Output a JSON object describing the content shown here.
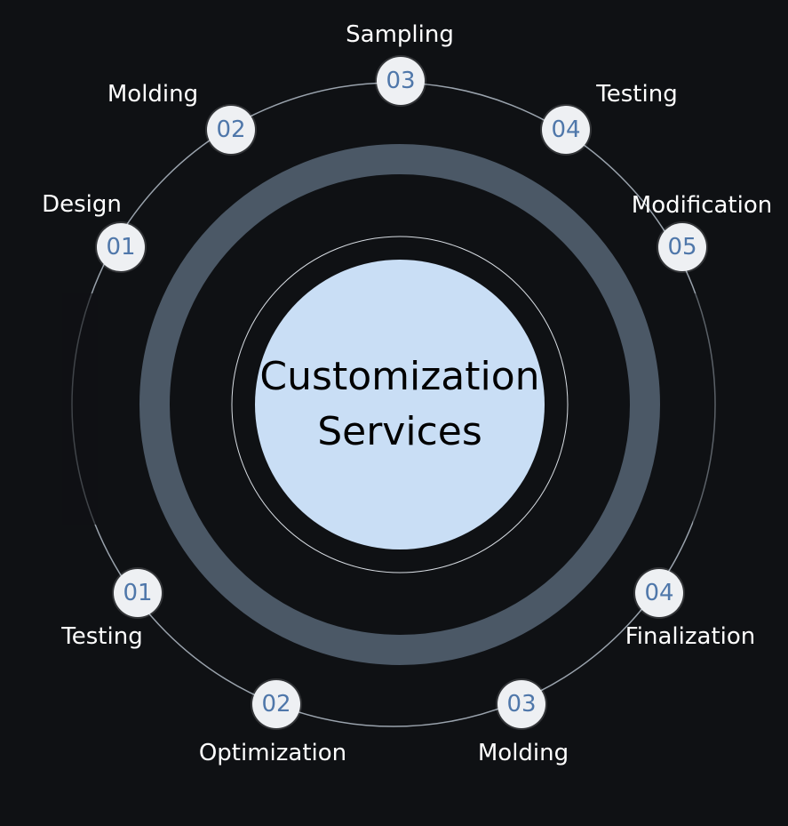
{
  "center": {
    "line1": "Customization",
    "line2": "Services"
  },
  "colors": {
    "background": "#0f1114",
    "outer_ring_stroke": "#9aa3ad",
    "thick_ring": "#4b5866",
    "inner_disk": "#c9def5",
    "badge_fill": "#eef0f3",
    "badge_text": "#4f77aa",
    "label_text": "#ffffff"
  },
  "upper_steps": [
    {
      "number": "01",
      "label": "Design"
    },
    {
      "number": "02",
      "label": "Molding"
    },
    {
      "number": "03",
      "label": "Sampling"
    },
    {
      "number": "04",
      "label": "Testing"
    },
    {
      "number": "05",
      "label": "Modification"
    }
  ],
  "lower_steps": [
    {
      "number": "01",
      "label": "Testing"
    },
    {
      "number": "02",
      "label": "Optimization"
    },
    {
      "number": "03",
      "label": "Molding"
    },
    {
      "number": "04",
      "label": "Finalization"
    }
  ]
}
